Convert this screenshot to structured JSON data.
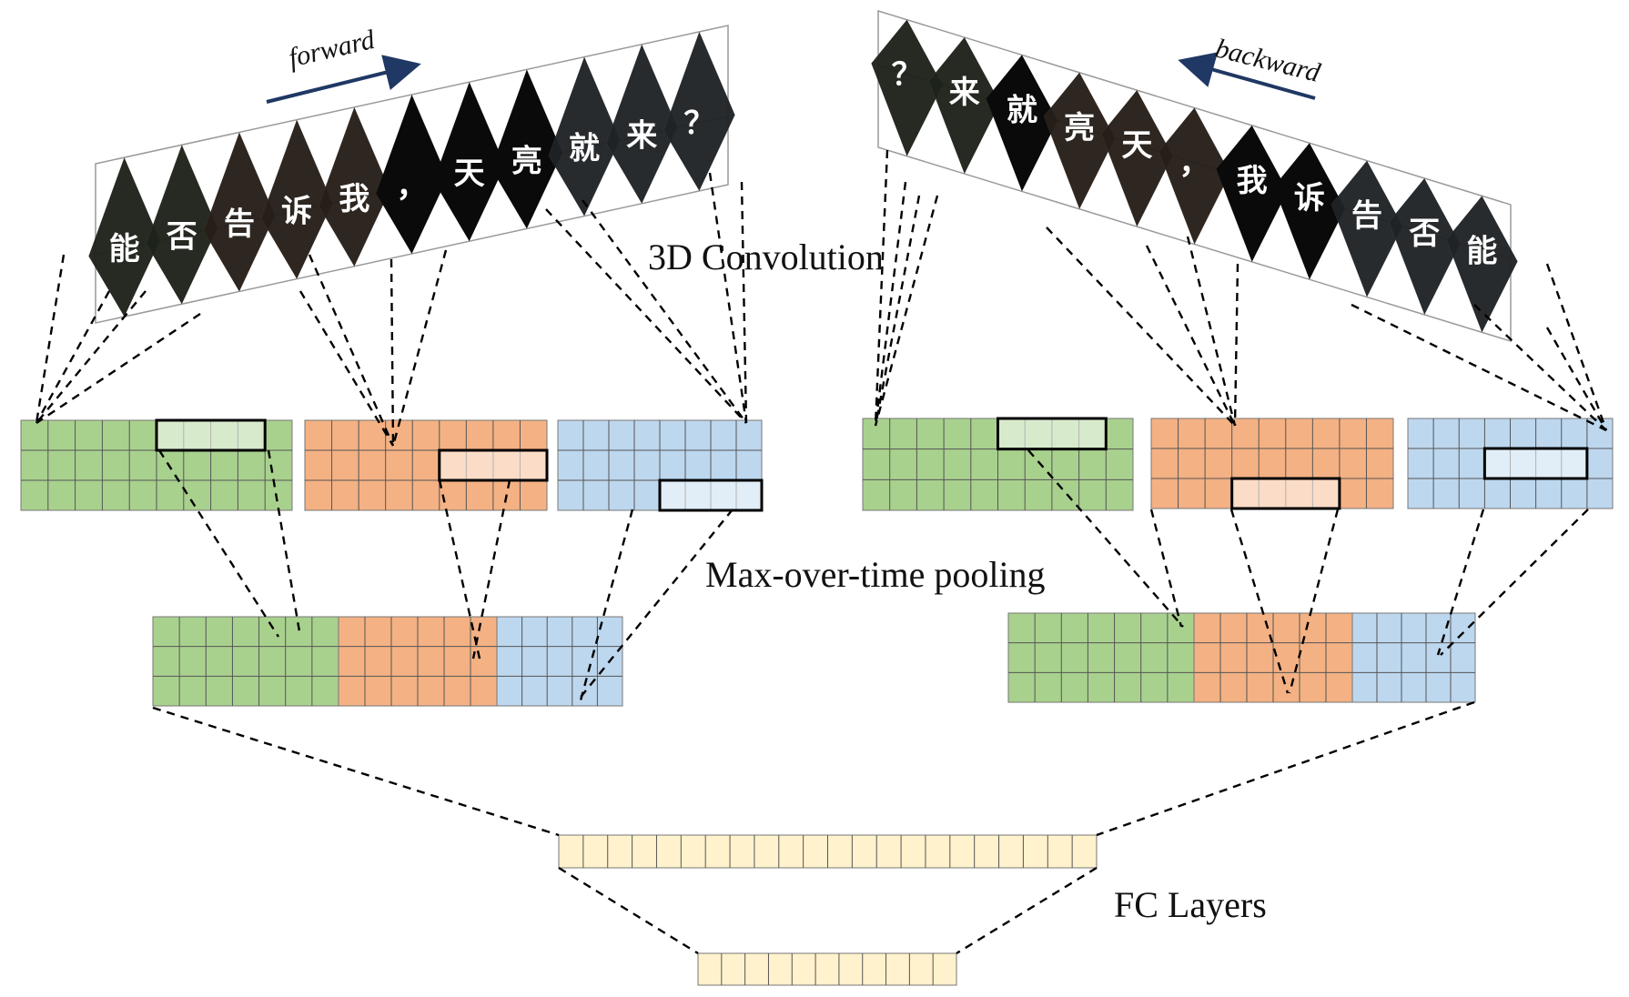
{
  "labels": {
    "forward": "forward",
    "backward": "backward",
    "convolution": "3D Convolution",
    "pooling": "Max-over-time pooling",
    "fc": "FC Layers"
  },
  "sequences": {
    "forward": {
      "direction": "left-to-right",
      "tokens": [
        "能",
        "否",
        "告",
        "诉",
        "我",
        "，",
        "天",
        "亮",
        "就",
        "来",
        "？"
      ]
    },
    "backward": {
      "direction": "right-to-left",
      "tokens": [
        "？",
        "来",
        "就",
        "亮",
        "天",
        "，",
        "我",
        "诉",
        "告",
        "否",
        "能"
      ]
    }
  },
  "colors": {
    "green": "#a9d18e",
    "orange": "#f4b183",
    "blue": "#bdd7ee",
    "fc": "#fff2cc",
    "frame": "#000000",
    "dash": "#000000"
  },
  "feature_maps": {
    "forward": {
      "green": {
        "rows": 3,
        "cols": 10
      },
      "orange": {
        "rows": 3,
        "cols": 9
      },
      "blue": {
        "rows": 3,
        "cols": 8
      }
    },
    "backward": {
      "green": {
        "rows": 3,
        "cols": 10
      },
      "orange": {
        "rows": 3,
        "cols": 9
      },
      "blue": {
        "rows": 3,
        "cols": 8
      }
    }
  },
  "pooled": {
    "forward": {
      "green": {
        "rows": 3,
        "cols": 7
      },
      "orange": {
        "rows": 3,
        "cols": 6
      },
      "blue": {
        "rows": 3,
        "cols": 5
      }
    },
    "backward": {
      "green": {
        "rows": 3,
        "cols": 7
      },
      "orange": {
        "rows": 3,
        "cols": 6
      },
      "blue": {
        "rows": 3,
        "cols": 5
      }
    }
  },
  "fc_layers": [
    {
      "units": 22
    },
    {
      "units": 11
    }
  ]
}
